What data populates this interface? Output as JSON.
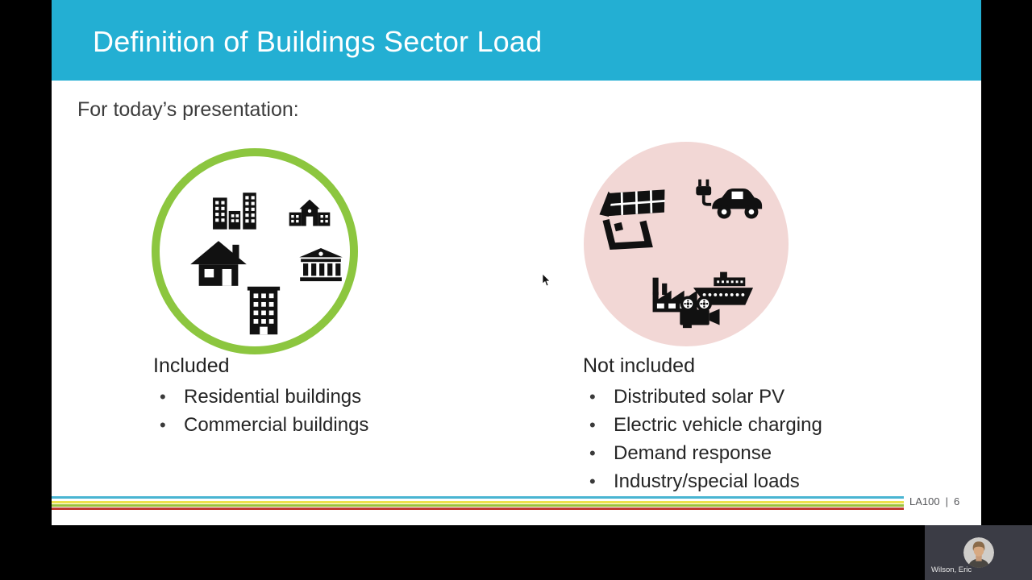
{
  "slide": {
    "title": "Definition of Buildings Sector Load",
    "intro": "For today’s presentation:",
    "included": {
      "heading": "Included",
      "items": [
        "Residential buildings",
        "Commercial buildings"
      ],
      "icon_names": [
        "city-buildings-icon",
        "school-icon",
        "house-icon",
        "bank-icon",
        "apartment-building-icon"
      ]
    },
    "not_included": {
      "heading": "Not included",
      "items": [
        "Distributed solar PV",
        "Electric vehicle charging",
        "Demand response",
        "Industry/special loads"
      ],
      "icon_names": [
        "solar-house-icon",
        "electric-car-icon",
        "factory-icon",
        "ship-icon",
        "movie-camera-icon"
      ]
    },
    "footer": {
      "label": "LA100",
      "separator": "|",
      "page": "6"
    },
    "colors": {
      "header_bar": "#23AFD3",
      "included_ring": "#8CC63F",
      "not_included_fill": "#F2D7D5",
      "footer_stripes": [
        "#49B5D2",
        "#EDE24C",
        "#9CC23C",
        "#BF3B30"
      ]
    }
  },
  "webcam": {
    "participant_name": "Wilson, Eric"
  }
}
